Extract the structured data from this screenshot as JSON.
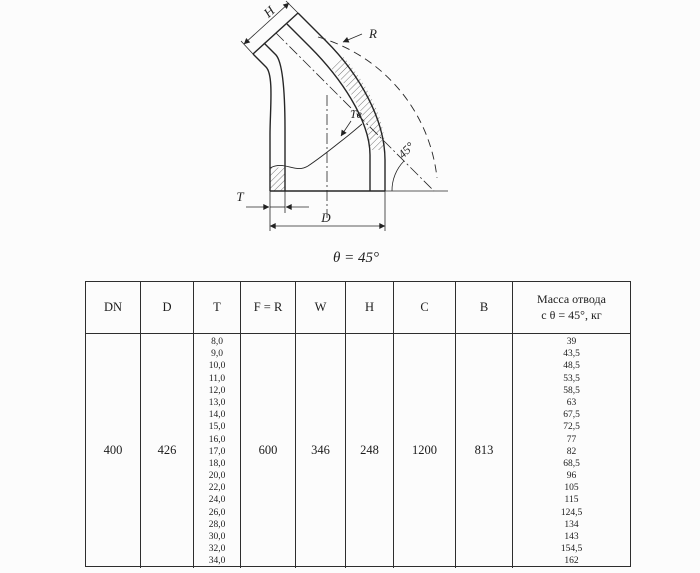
{
  "drawing": {
    "labels": {
      "h": "H",
      "r": "R",
      "tb": "Tв",
      "angle_45": "45°",
      "t": "T",
      "d": "D",
      "theta_caption": "θ = 45°"
    }
  },
  "table": {
    "headers": [
      "DN",
      "D",
      "T",
      "F = R",
      "W",
      "H",
      "C",
      "B"
    ],
    "mass_header": {
      "line1": "Масса отвода",
      "line2": "с θ = 45°, кг"
    },
    "row": {
      "dn": "400",
      "d": "426",
      "t_values": [
        "8,0",
        "9,0",
        "10,0",
        "11,0",
        "12,0",
        "13,0",
        "14,0",
        "15,0",
        "16,0",
        "17,0",
        "18,0",
        "20,0",
        "22,0",
        "24,0",
        "26,0",
        "28,0",
        "30,0",
        "32,0",
        "34,0"
      ],
      "f_r": "600",
      "w": "346",
      "h": "248",
      "c": "1200",
      "b": "813",
      "mass_values": [
        "39",
        "43,5",
        "48,5",
        "53,5",
        "58,5",
        "63",
        "67,5",
        "72,5",
        "77",
        "82",
        "68,5",
        "96",
        "105",
        "115",
        "124,5",
        "134",
        "143",
        "154,5",
        "162"
      ]
    }
  }
}
